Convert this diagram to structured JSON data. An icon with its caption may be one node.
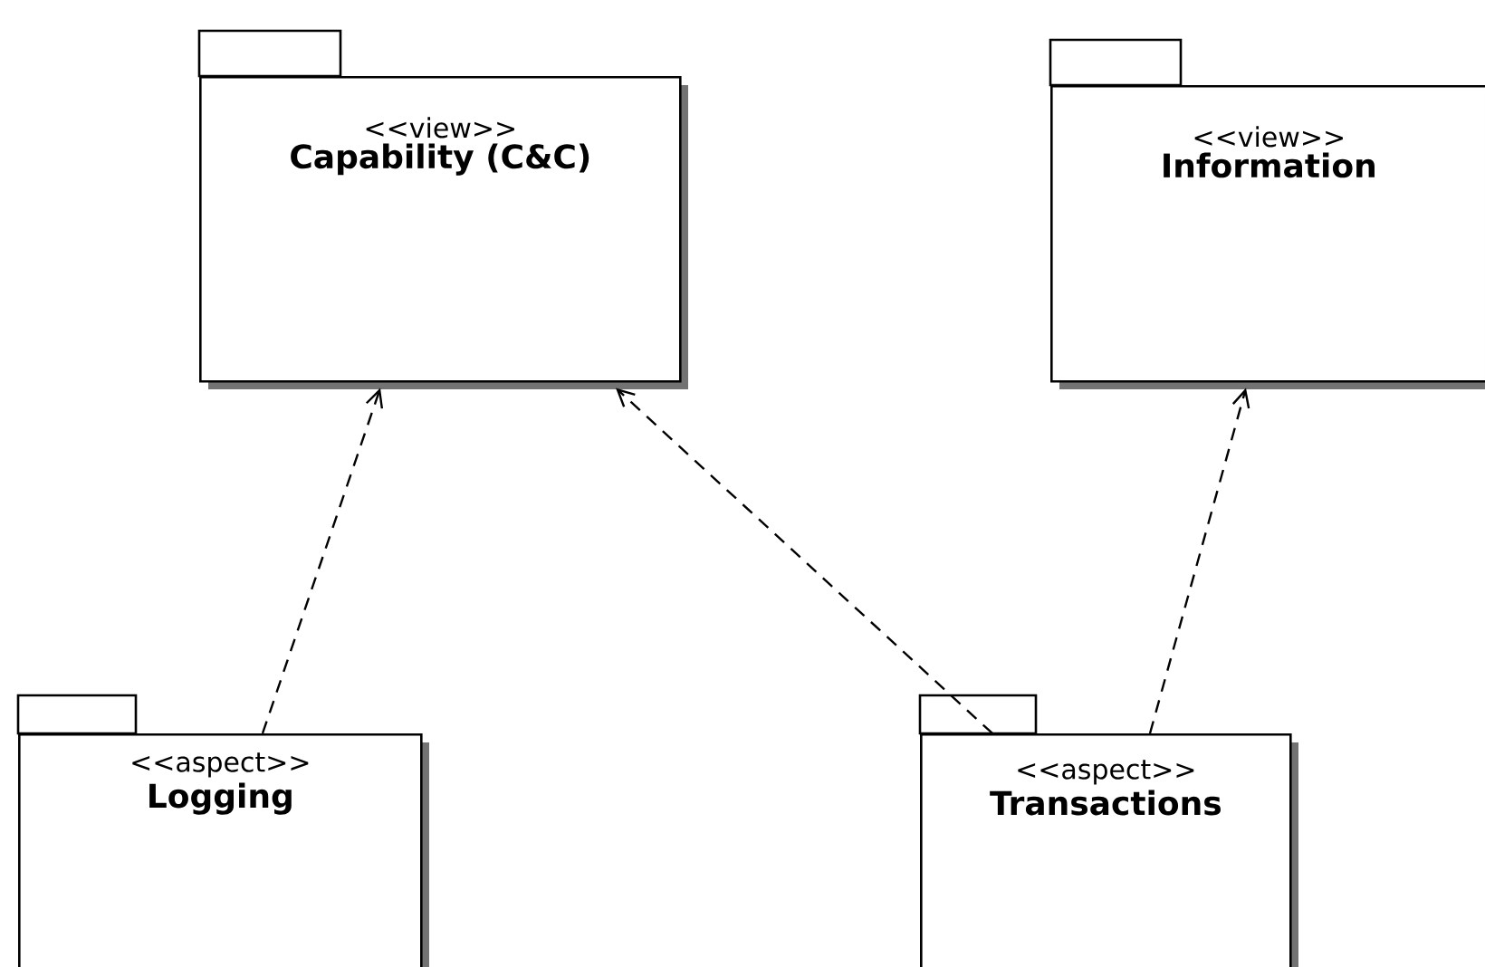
{
  "diagram": {
    "nodes": [
      {
        "text": [
          "<<view>>",
          "Capability (C&C)"
        ]
      },
      {
        "text": [
          "<<view>>",
          "Information"
        ]
      },
      {
        "text": [
          "<<aspect>>",
          "Logging"
        ]
      },
      {
        "text": [
          "<<aspect>>",
          "Transactions"
        ]
      }
    ],
    "edges": [
      {
        "from": 2,
        "to": 0,
        "arrow": "to",
        "style": "dashed"
      },
      {
        "from": 3,
        "to": 0,
        "arrow": "to",
        "style": "dashed"
      },
      {
        "from": 3,
        "to": 1,
        "arrow": "to",
        "style": "dashed"
      }
    ]
  }
}
